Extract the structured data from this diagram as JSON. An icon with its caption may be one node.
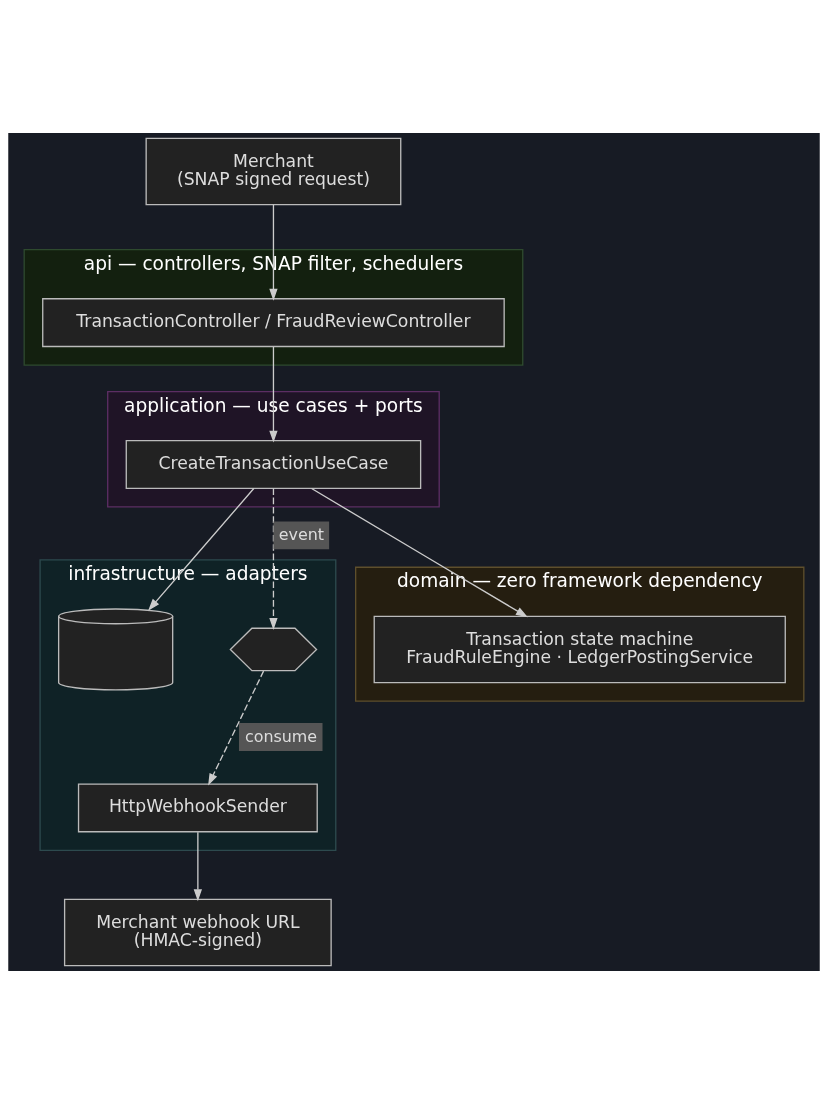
{
  "diagram": {
    "nodes": [
      {
        "text": [
          "Merchant",
          "(SNAP signed request)"
        ]
      },
      {
        "text": [
          "api — controllers, SNAP filter, schedulers"
        ]
      },
      {
        "text": [
          "TransactionController / FraudReviewController"
        ],
        "in": 1
      },
      {
        "text": [
          "application — use cases + ports"
        ]
      },
      {
        "text": [
          "CreateTransactionUseCase"
        ],
        "in": 3
      },
      {
        "text": [
          "infrastructure — adapters"
        ]
      },
      {
        "text": [],
        "shape": "cylinder",
        "in": 5
      },
      {
        "text": [],
        "shape": "hexagon",
        "in": 5
      },
      {
        "text": [
          "HttpWebhookSender"
        ],
        "in": 5
      },
      {
        "text": [
          "domain — zero framework dependency"
        ]
      },
      {
        "text": [
          "Transaction state machine",
          "FraudRuleEngine · LedgerPostingService"
        ],
        "in": 9
      },
      {
        "text": [
          "Merchant webhook URL",
          "(HMAC-signed)"
        ]
      }
    ],
    "edges": [
      {
        "from": 0,
        "to": 2,
        "arrow": "to"
      },
      {
        "from": 2,
        "to": 4,
        "arrow": "to"
      },
      {
        "from": 4,
        "to": 6,
        "arrow": "to"
      },
      {
        "from": 4,
        "to": 7,
        "arrow": "to",
        "label": "event",
        "style": "dashed"
      },
      {
        "from": 4,
        "to": 10,
        "arrow": "to"
      },
      {
        "from": 7,
        "to": 8,
        "arrow": "to",
        "label": "consume",
        "style": "dashed"
      },
      {
        "from": 8,
        "to": 11,
        "arrow": "to"
      }
    ]
  }
}
